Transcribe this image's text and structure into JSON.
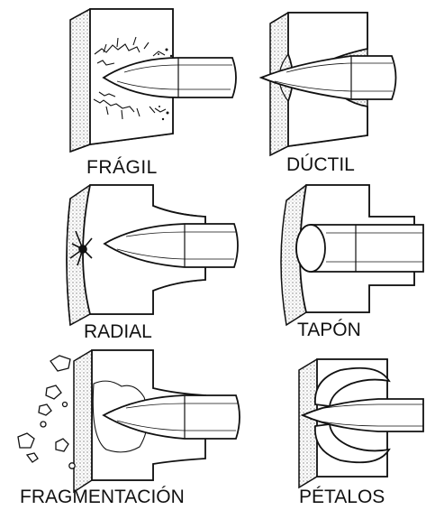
{
  "title": "",
  "panels": [
    {
      "id": "fragil",
      "label": "FRÁGIL"
    },
    {
      "id": "ductil",
      "label": "DÚCTIL"
    },
    {
      "id": "radial",
      "label": "RADIAL"
    },
    {
      "id": "tapon",
      "label": "TAPÓN"
    },
    {
      "id": "fragmentacion",
      "label": "FRAGMENTACIÓN"
    },
    {
      "id": "petalos",
      "label": "PÉTALOS"
    }
  ],
  "colors": {
    "ink": "#111111",
    "stipple": "#777777",
    "paper": "#ffffff"
  }
}
